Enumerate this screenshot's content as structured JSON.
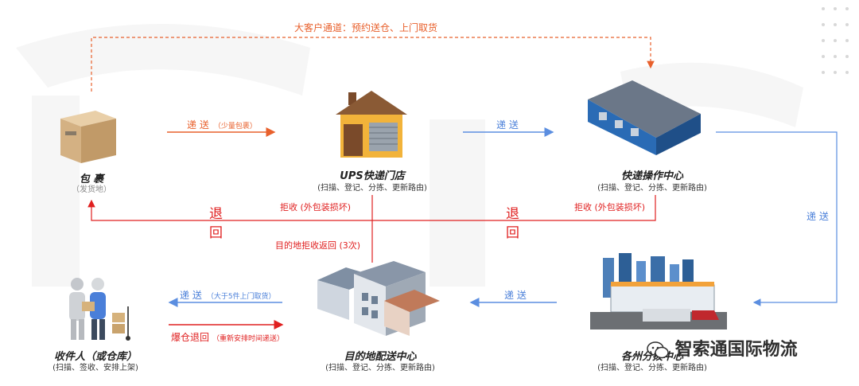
{
  "top_route": "大客户通道：预约送仓、上门取货",
  "nodes": {
    "package": {
      "title": "包 裹",
      "sub": "（发货地）"
    },
    "ups_store": {
      "title": "UPS快递门店",
      "sub": "(扫描、登记、分拣、更新路由)"
    },
    "operation_center": {
      "title": "快递操作中心",
      "sub": "(扫描、登记、分拣、更新路由)"
    },
    "state_hub": {
      "title": "各州分拨中心",
      "sub": "(扫描、登记、分拣、更新路由)"
    },
    "dest_center": {
      "title": "目的地配送中心",
      "sub": "(扫描、登记、分拣、更新路由)"
    },
    "receiver": {
      "title": "收件人（或仓库）",
      "sub": "(扫描、签收、安排上架)"
    }
  },
  "arrows": {
    "deliver_small": {
      "label": "递 送",
      "note": "（少量包裹）"
    },
    "deliver_1": "递 送",
    "deliver_right": "递 送",
    "deliver_3": "递 送",
    "deliver_large": {
      "label": "递 送",
      "note": "（大于5件上门取货）"
    },
    "overflow_return": {
      "label": "爆仓退回",
      "note": "（重新安排时间递送）"
    },
    "reject_store": "拒收 (外包装损坏)",
    "reject_center": "拒收 (外包装损坏)",
    "dest_reject": "目的地拒收返回 (3次)",
    "return_1": [
      "退",
      "回"
    ],
    "return_2": [
      "退",
      "回"
    ]
  },
  "brand": {
    "text": "智索通国际物流",
    "icon": "wechat-icon"
  },
  "colors": {
    "orange": "#e8602c",
    "blue": "#5b8ee0",
    "red": "#e02020"
  }
}
